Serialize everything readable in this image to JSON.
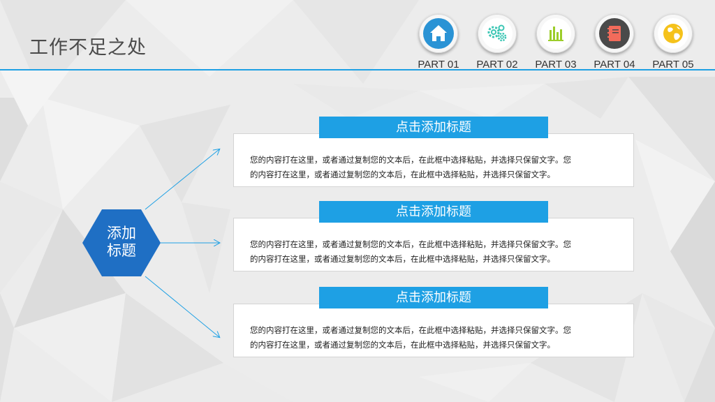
{
  "page": {
    "title": "工作不足之处"
  },
  "colors": {
    "accent": "#1ea0e4",
    "hexagon": "#1f6fc4",
    "background": "#ededed"
  },
  "nav": [
    {
      "label": "PART 01",
      "icon": "home-icon",
      "color": "#2a93d5"
    },
    {
      "label": "PART 02",
      "icon": "gears-icon",
      "color": "#3cc6b4"
    },
    {
      "label": "PART 03",
      "icon": "bar-chart-icon",
      "color": "#9ccd2a"
    },
    {
      "label": "PART 04",
      "icon": "notebook-icon",
      "color": "#4a4a4a"
    },
    {
      "label": "PART 05",
      "icon": "globe-icon",
      "color": "#f5c21b"
    }
  ],
  "center": {
    "line1": "添加",
    "line2": "标题"
  },
  "items": [
    {
      "title": "点击添加标题",
      "line1": "您的内容打在这里，或者通过复制您的文本后，在此框中选择粘贴，并选择只保留文字。您",
      "line2": "的内容打在这里，或者通过复制您的文本后，在此框中选择粘贴，并选择只保留文字。"
    },
    {
      "title": "点击添加标题",
      "line1": "您的内容打在这里，或者通过复制您的文本后，在此框中选择粘贴，并选择只保留文字。您",
      "line2": "的内容打在这里，或者通过复制您的文本后，在此框中选择粘贴，并选择只保留文字。"
    },
    {
      "title": "点击添加标题",
      "line1": "您的内容打在这里，或者通过复制您的文本后，在此框中选择粘贴，并选择只保留文字。您",
      "line2": "的内容打在这里，或者通过复制您的文本后，在此框中选择粘贴，并选择只保留文字。"
    }
  ]
}
